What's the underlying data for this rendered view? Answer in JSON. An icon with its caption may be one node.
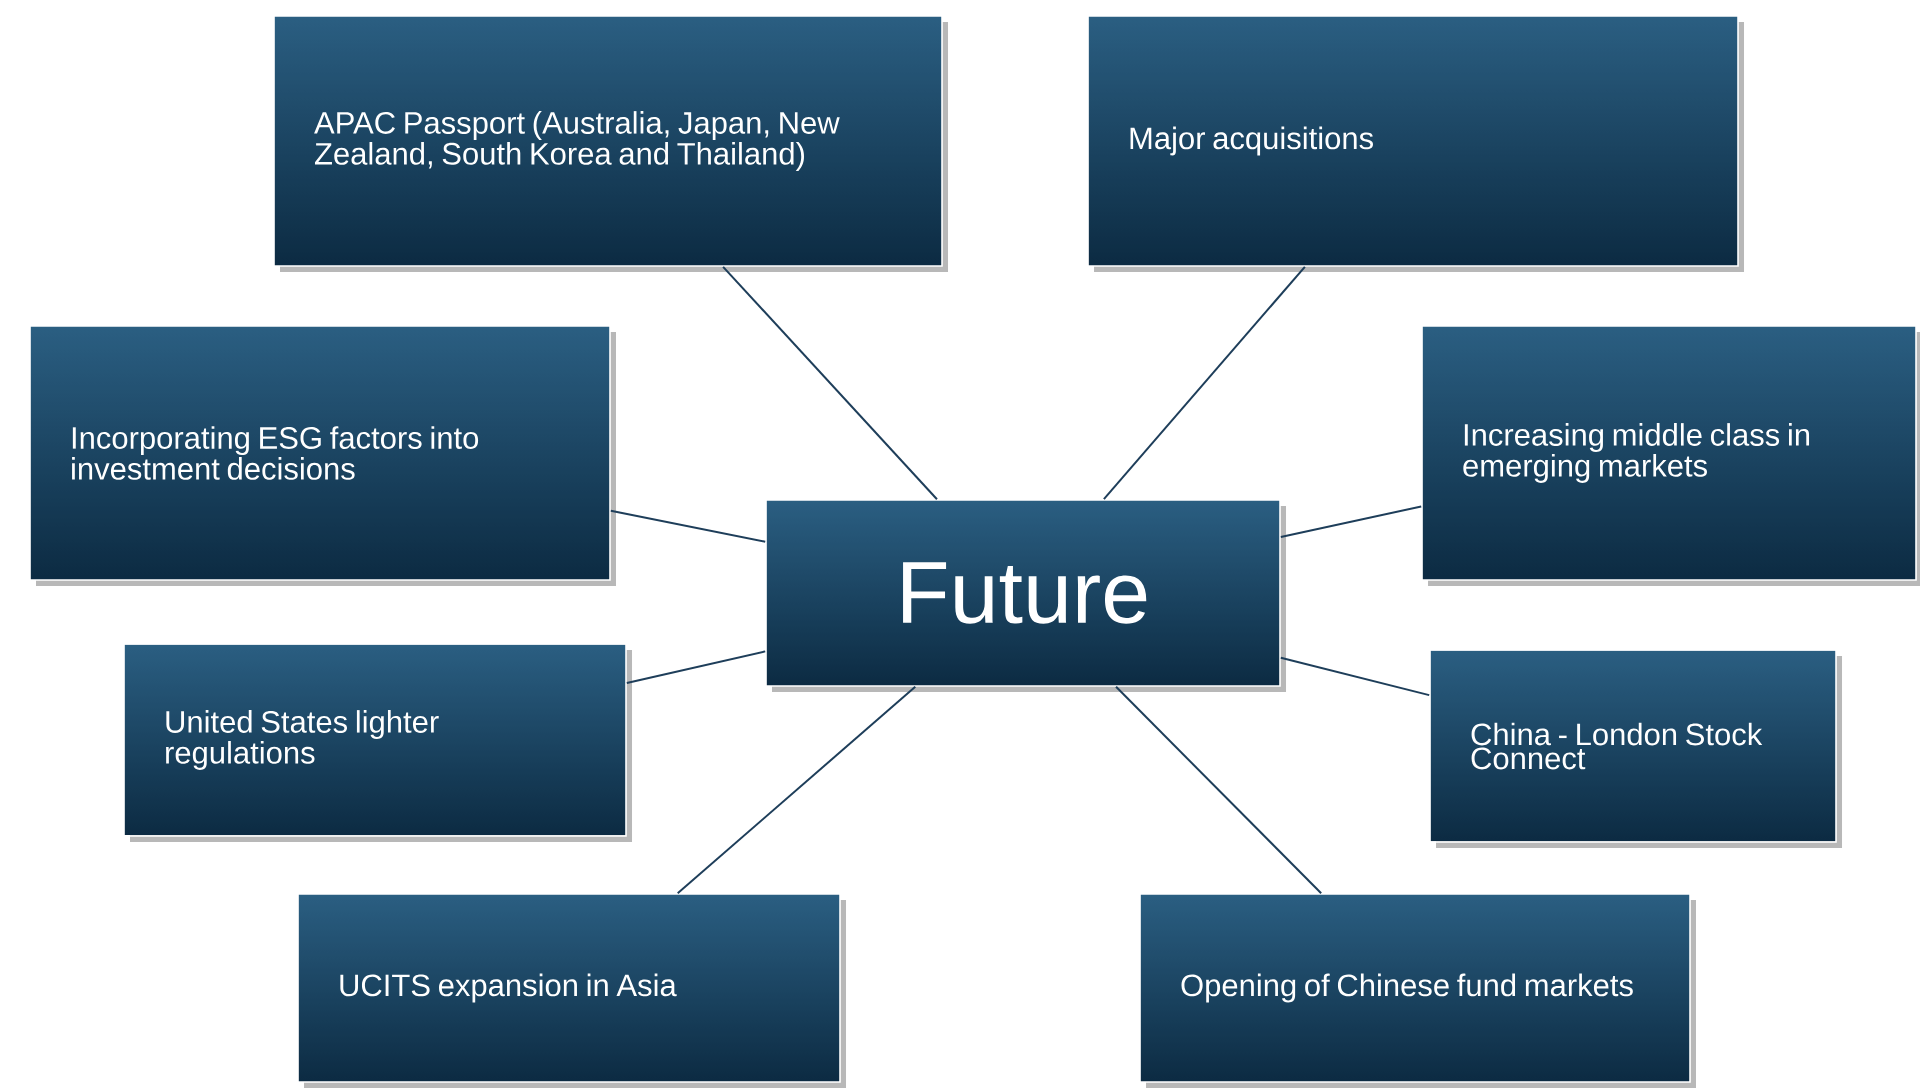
{
  "diagram": {
    "nodes": [
      {
        "text": [
          "Future"
        ]
      },
      {
        "text": [
          "APAC Passport (Australia, Japan, New Zealand, South Korea and Thailand)"
        ]
      },
      {
        "text": [
          "Major acquisitions"
        ]
      },
      {
        "text": [
          "Incorporating ESG factors into investment decisions"
        ]
      },
      {
        "text": [
          "Increasing middle class in emerging markets"
        ]
      },
      {
        "text": [
          "United States lighter regulations"
        ]
      },
      {
        "text": [
          "China - London Stock Connect"
        ]
      },
      {
        "text": [
          "UCITS expansion in Asia"
        ]
      },
      {
        "text": [
          "Opening of Chinese fund markets"
        ]
      }
    ],
    "edges": [
      {
        "from": 0,
        "to": 1,
        "arrow": "none"
      },
      {
        "from": 0,
        "to": 2,
        "arrow": "none"
      },
      {
        "from": 0,
        "to": 3,
        "arrow": "none"
      },
      {
        "from": 0,
        "to": 4,
        "arrow": "none"
      },
      {
        "from": 0,
        "to": 5,
        "arrow": "none"
      },
      {
        "from": 0,
        "to": 6,
        "arrow": "none"
      },
      {
        "from": 0,
        "to": 7,
        "arrow": "none"
      },
      {
        "from": 0,
        "to": 8,
        "arrow": "none"
      }
    ]
  }
}
